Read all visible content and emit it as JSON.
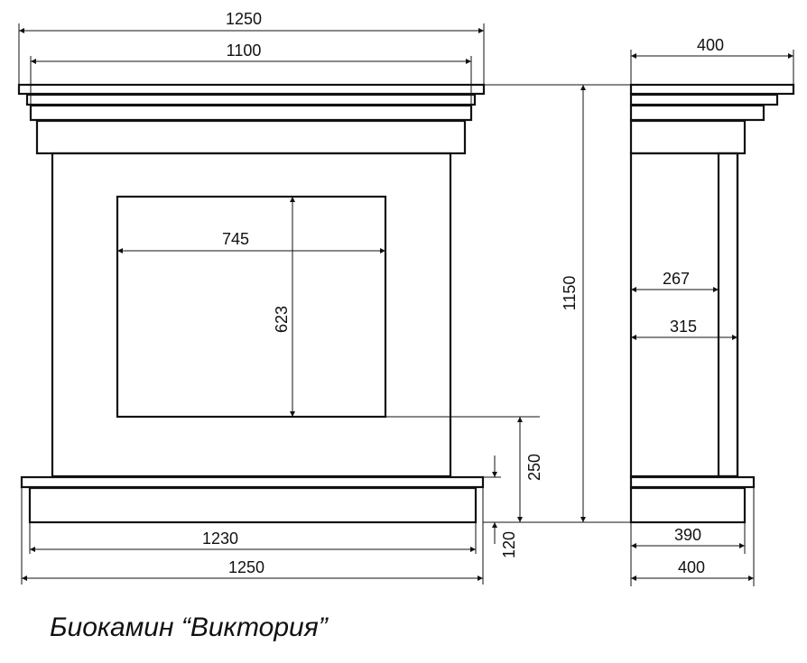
{
  "caption": "Биокамин “Виктория”",
  "front": {
    "overall_top_width": "1250",
    "top_inner_width": "1100",
    "opening_width": "745",
    "opening_height": "623",
    "opening_floor_height": "250",
    "base_height": "120",
    "base_inner_width": "1230",
    "overall_bottom_width": "1250"
  },
  "side": {
    "top_depth": "400",
    "overall_height": "1150",
    "inner_depth_small": "267",
    "inner_depth_large": "315",
    "base_depth_inner": "390",
    "base_depth_outer": "400"
  }
}
